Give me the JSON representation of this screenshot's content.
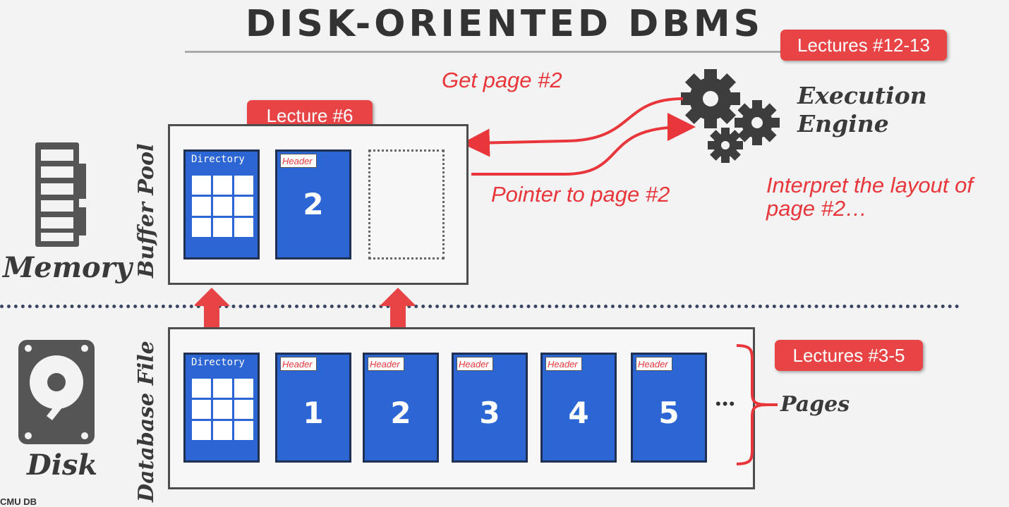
{
  "title": "DISK-ORIENTED DBMS",
  "badges": {
    "lectures_12_13": "Lectures #12-13",
    "lecture_6": "Lecture #6",
    "lectures_3_5": "Lectures #3-5"
  },
  "annotations": {
    "get_page": "Get page #2",
    "pointer": "Pointer to page #2",
    "interpret_line1": "Interpret the layout of",
    "interpret_line2": "page #2…"
  },
  "labels": {
    "execution_line1": "Execution",
    "execution_line2": "Engine",
    "memory": "Memory",
    "disk": "Disk",
    "buffer_pool": "Buffer Pool",
    "database_file": "Database File",
    "pages": "Pages",
    "directory": "Directory",
    "header": "Header",
    "ellipsis": "•••",
    "footer": "CMU DB"
  },
  "buffer_pool_pages": [
    "2"
  ],
  "disk_pages": [
    "1",
    "2",
    "3",
    "4",
    "5"
  ],
  "colors": {
    "accent_red": "#e84446",
    "page_blue": "#2b66d4",
    "frame_gray": "#4d4d4d"
  }
}
